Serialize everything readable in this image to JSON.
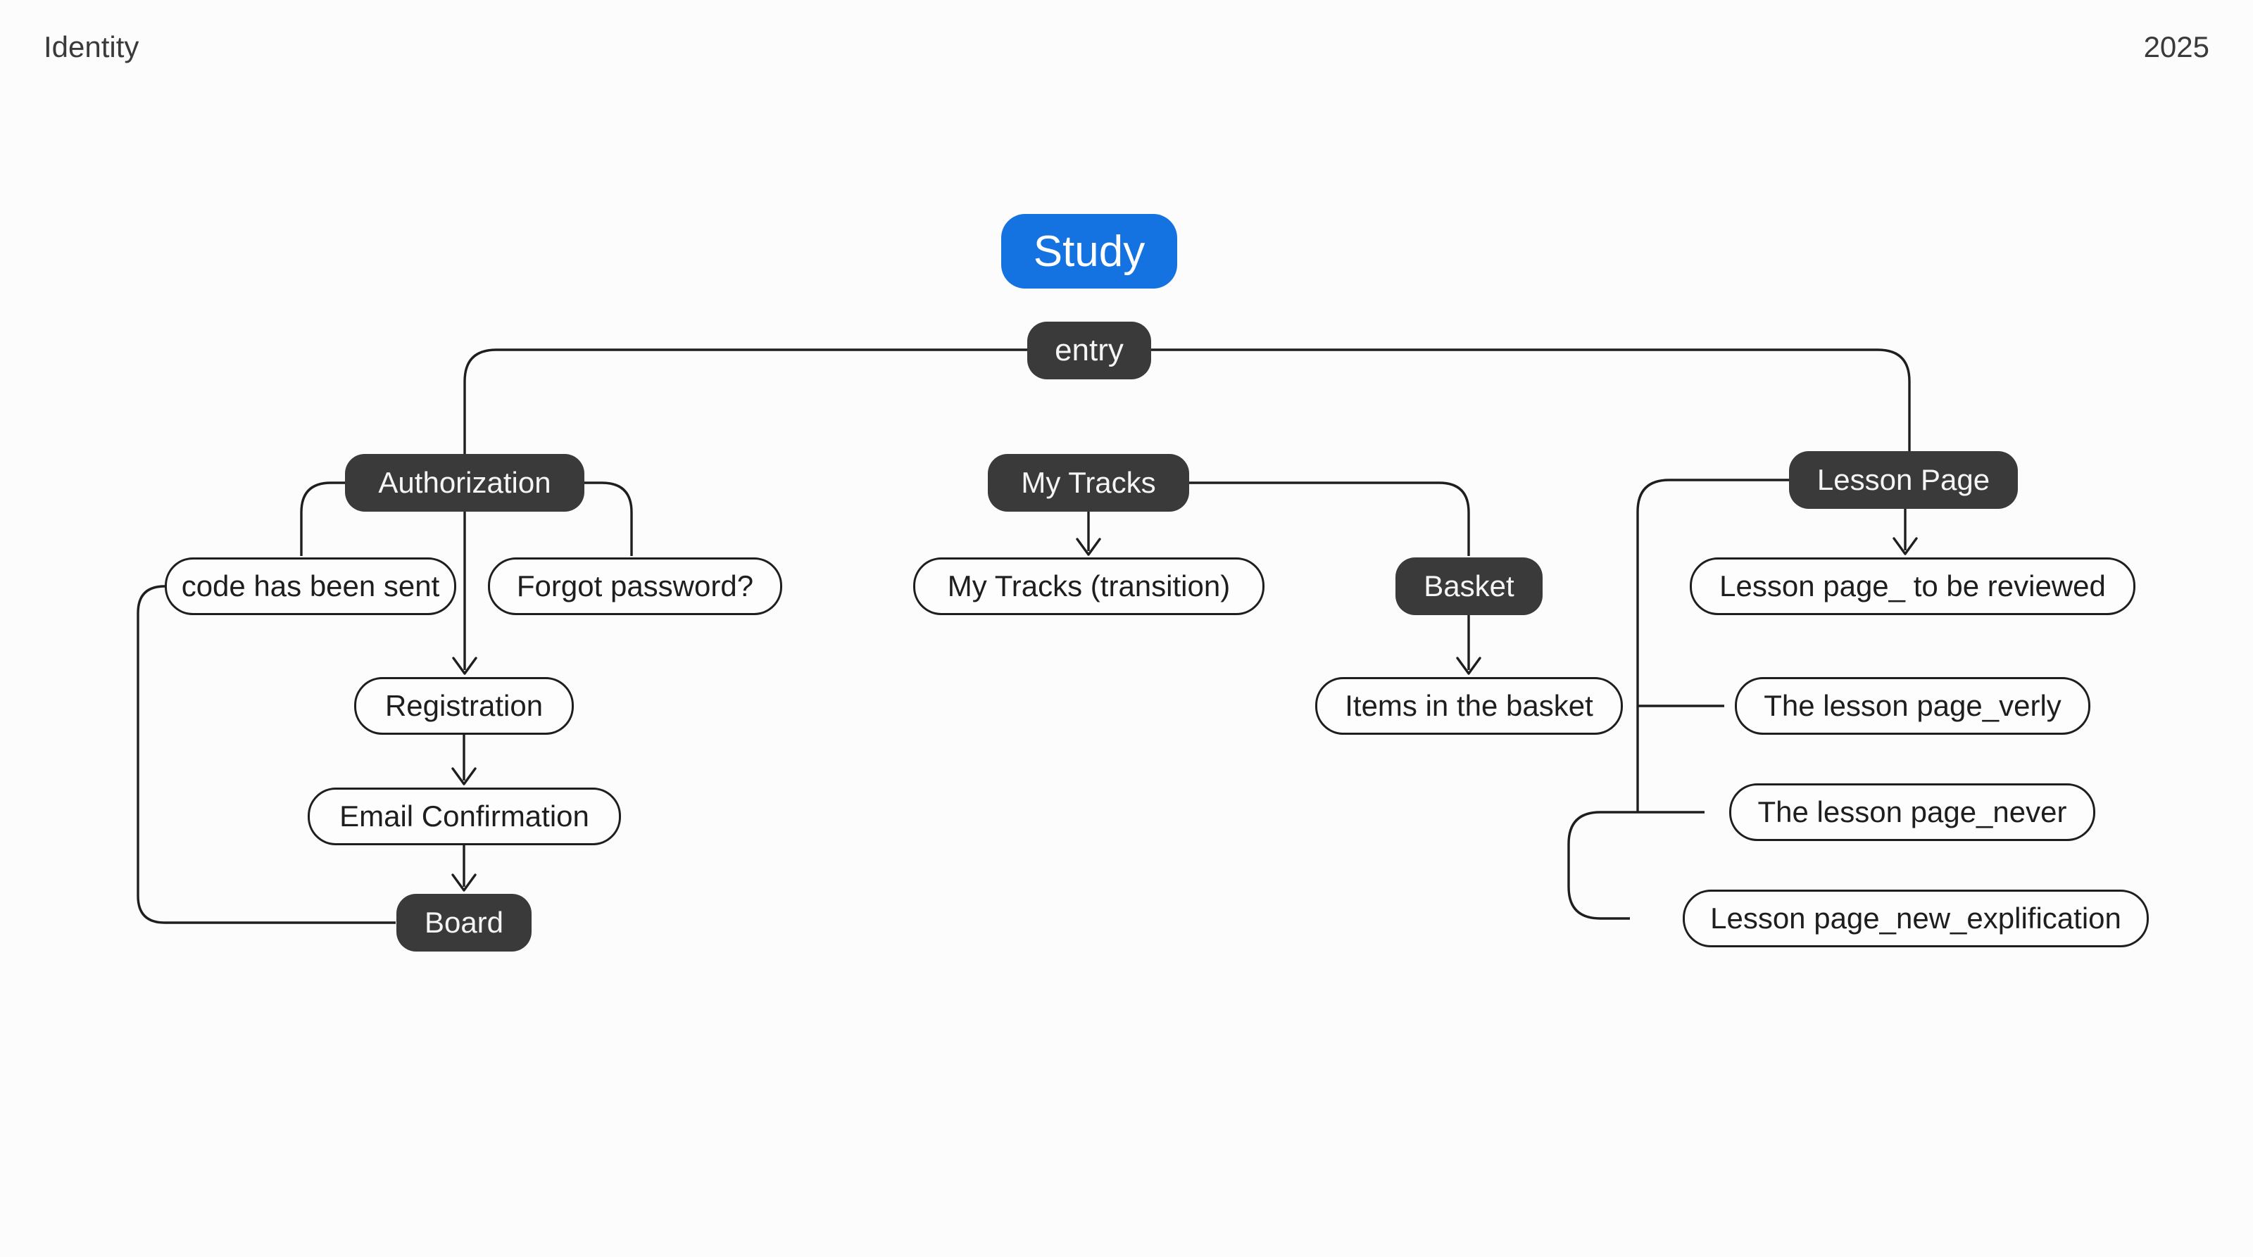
{
  "header": {
    "board_title": "Identity",
    "year": "2025"
  },
  "colors": {
    "accent_blue": "#1473e0",
    "node_dark": "#3a3a3a",
    "node_border": "#1e1e1e",
    "connector_line": "#1e1e1e",
    "background": "#fcfcfc",
    "text_dark": "#1e1e1e",
    "text_light": "#f5f5f5"
  },
  "nodes": {
    "study": {
      "label": "Study",
      "style": "accent"
    },
    "entry": {
      "label": "entry",
      "style": "dark"
    },
    "authorization": {
      "label": "Authorization",
      "style": "dark"
    },
    "code_sent": {
      "label": "code has been sent",
      "style": "light"
    },
    "forgot_password": {
      "label": "Forgot password?",
      "style": "light"
    },
    "registration": {
      "label": "Registration",
      "style": "light"
    },
    "email_confirmation": {
      "label": "Email Confirmation",
      "style": "light"
    },
    "board": {
      "label": "Board",
      "style": "dark"
    },
    "my_tracks": {
      "label": "My Tracks",
      "style": "dark"
    },
    "my_tracks_transition": {
      "label": "My Tracks (transition)",
      "style": "light"
    },
    "basket": {
      "label": "Basket",
      "style": "dark"
    },
    "items_in_basket": {
      "label": "Items in the basket",
      "style": "light"
    },
    "lesson_page": {
      "label": "Lesson Page",
      "style": "dark"
    },
    "lesson_reviewed": {
      "label": "Lesson page_ to be reviewed",
      "style": "light"
    },
    "lesson_verly": {
      "label": "The lesson page_verly",
      "style": "light"
    },
    "lesson_never": {
      "label": "The lesson page_never",
      "style": "light"
    },
    "lesson_explification": {
      "label": "Lesson page_new_explification",
      "style": "light"
    }
  },
  "edges": [
    {
      "from": "entry",
      "to": "authorization",
      "type": "elbow"
    },
    {
      "from": "entry",
      "to": "lesson_page",
      "type": "elbow"
    },
    {
      "from": "authorization",
      "to": "code_sent",
      "type": "elbow"
    },
    {
      "from": "authorization",
      "to": "forgot_password",
      "type": "elbow"
    },
    {
      "from": "authorization",
      "to": "registration",
      "type": "arrow"
    },
    {
      "from": "registration",
      "to": "email_confirmation",
      "type": "arrow"
    },
    {
      "from": "email_confirmation",
      "to": "board",
      "type": "arrow"
    },
    {
      "from": "code_sent",
      "to": "board",
      "type": "elbow"
    },
    {
      "from": "my_tracks",
      "to": "my_tracks_transition",
      "type": "arrow"
    },
    {
      "from": "my_tracks",
      "to": "basket",
      "type": "elbow"
    },
    {
      "from": "basket",
      "to": "items_in_basket",
      "type": "arrow"
    },
    {
      "from": "lesson_page",
      "to": "lesson_reviewed",
      "type": "arrow"
    },
    {
      "from": "lesson_page",
      "to": "lesson_verly",
      "type": "elbow"
    },
    {
      "from": "lesson_page",
      "to": "lesson_never",
      "type": "elbow"
    },
    {
      "from": "lesson_page",
      "to": "lesson_explification",
      "type": "elbow"
    }
  ]
}
